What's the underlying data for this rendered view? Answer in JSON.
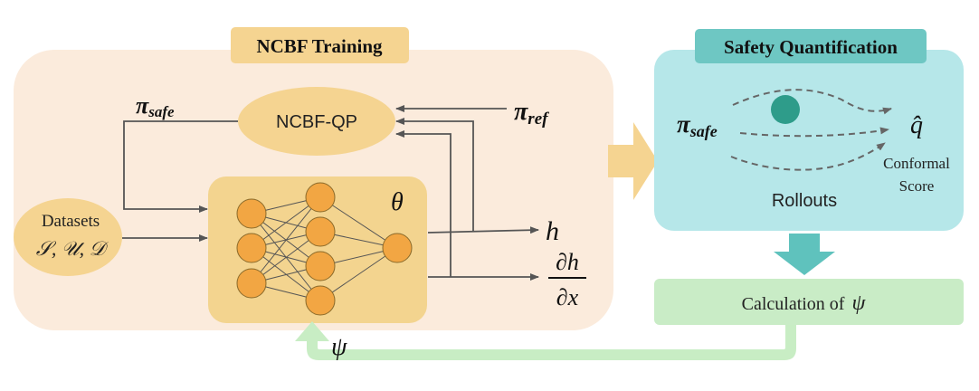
{
  "training": {
    "title": "NCBF Training",
    "qp_label": "NCBF-QP",
    "pi_safe": "π",
    "pi_safe_sub": "safe",
    "pi_ref": "π",
    "pi_ref_sub": "ref",
    "datasets_label": "Datasets",
    "datasets_sets": "𝒮, 𝒰, 𝒟",
    "theta": "θ",
    "output_h": "h",
    "grad_num": "∂h",
    "grad_den": "∂x",
    "psi_feedback": "ψ"
  },
  "quantification": {
    "title": "Safety Quantification",
    "pi_safe": "π",
    "pi_safe_sub": "safe",
    "q_hat": "q̂",
    "conformal_line1": "Conformal",
    "conformal_line2": "Score",
    "rollouts": "Rollouts"
  },
  "calculation": {
    "label": "Calculation of",
    "psi": "ψ"
  },
  "colors": {
    "training_bg": "#fbebdc",
    "title_badge": "#f5d491",
    "net_bg": "#f3d48f",
    "neuron": "#f2a643",
    "qp_fill": "#f5d491",
    "quant_bg": "#b6e7e9",
    "quant_badge": "#6ec7c3",
    "calc_bg": "#c9ecc6",
    "feedback_arrow": "#c8edc4",
    "down_arrow": "#5fc2bd",
    "right_arrow": "#f5d491",
    "obstacle": "#2e9c8a"
  }
}
